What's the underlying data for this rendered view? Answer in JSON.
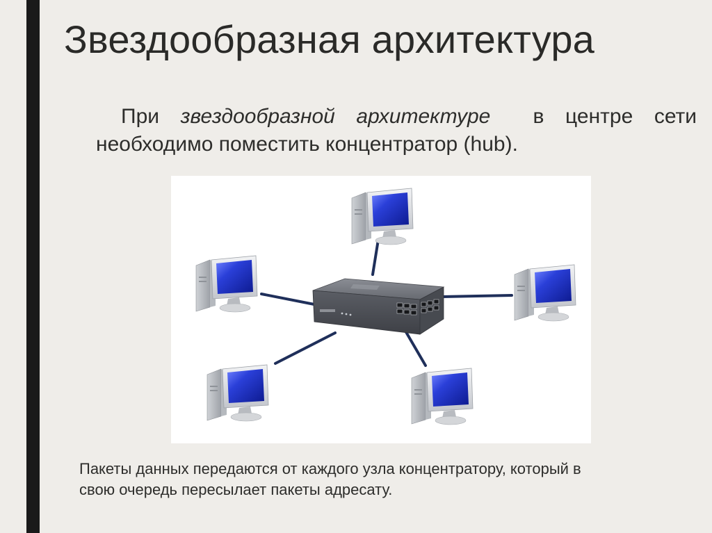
{
  "slide": {
    "title": "Звездообразная архитектура",
    "intro": {
      "prefix": "При",
      "emphasis": "звездообразной архитектуре",
      "suffix": "в центре сети",
      "line2": "необходимо поместить концентратор (hub)."
    },
    "caption_line1": "Пакеты данных передаются от каждого узла концентратору, который в",
    "caption_line2": "свою очередь пересылает пакеты адресату."
  },
  "diagram": {
    "hub_icon": "network-switch-icon",
    "node_icon": "desktop-computer-icon",
    "node_count": 5,
    "colors": {
      "cable": "#1f2f5a",
      "screen": "#1f33c9",
      "hub_body": "#5e6168"
    }
  }
}
